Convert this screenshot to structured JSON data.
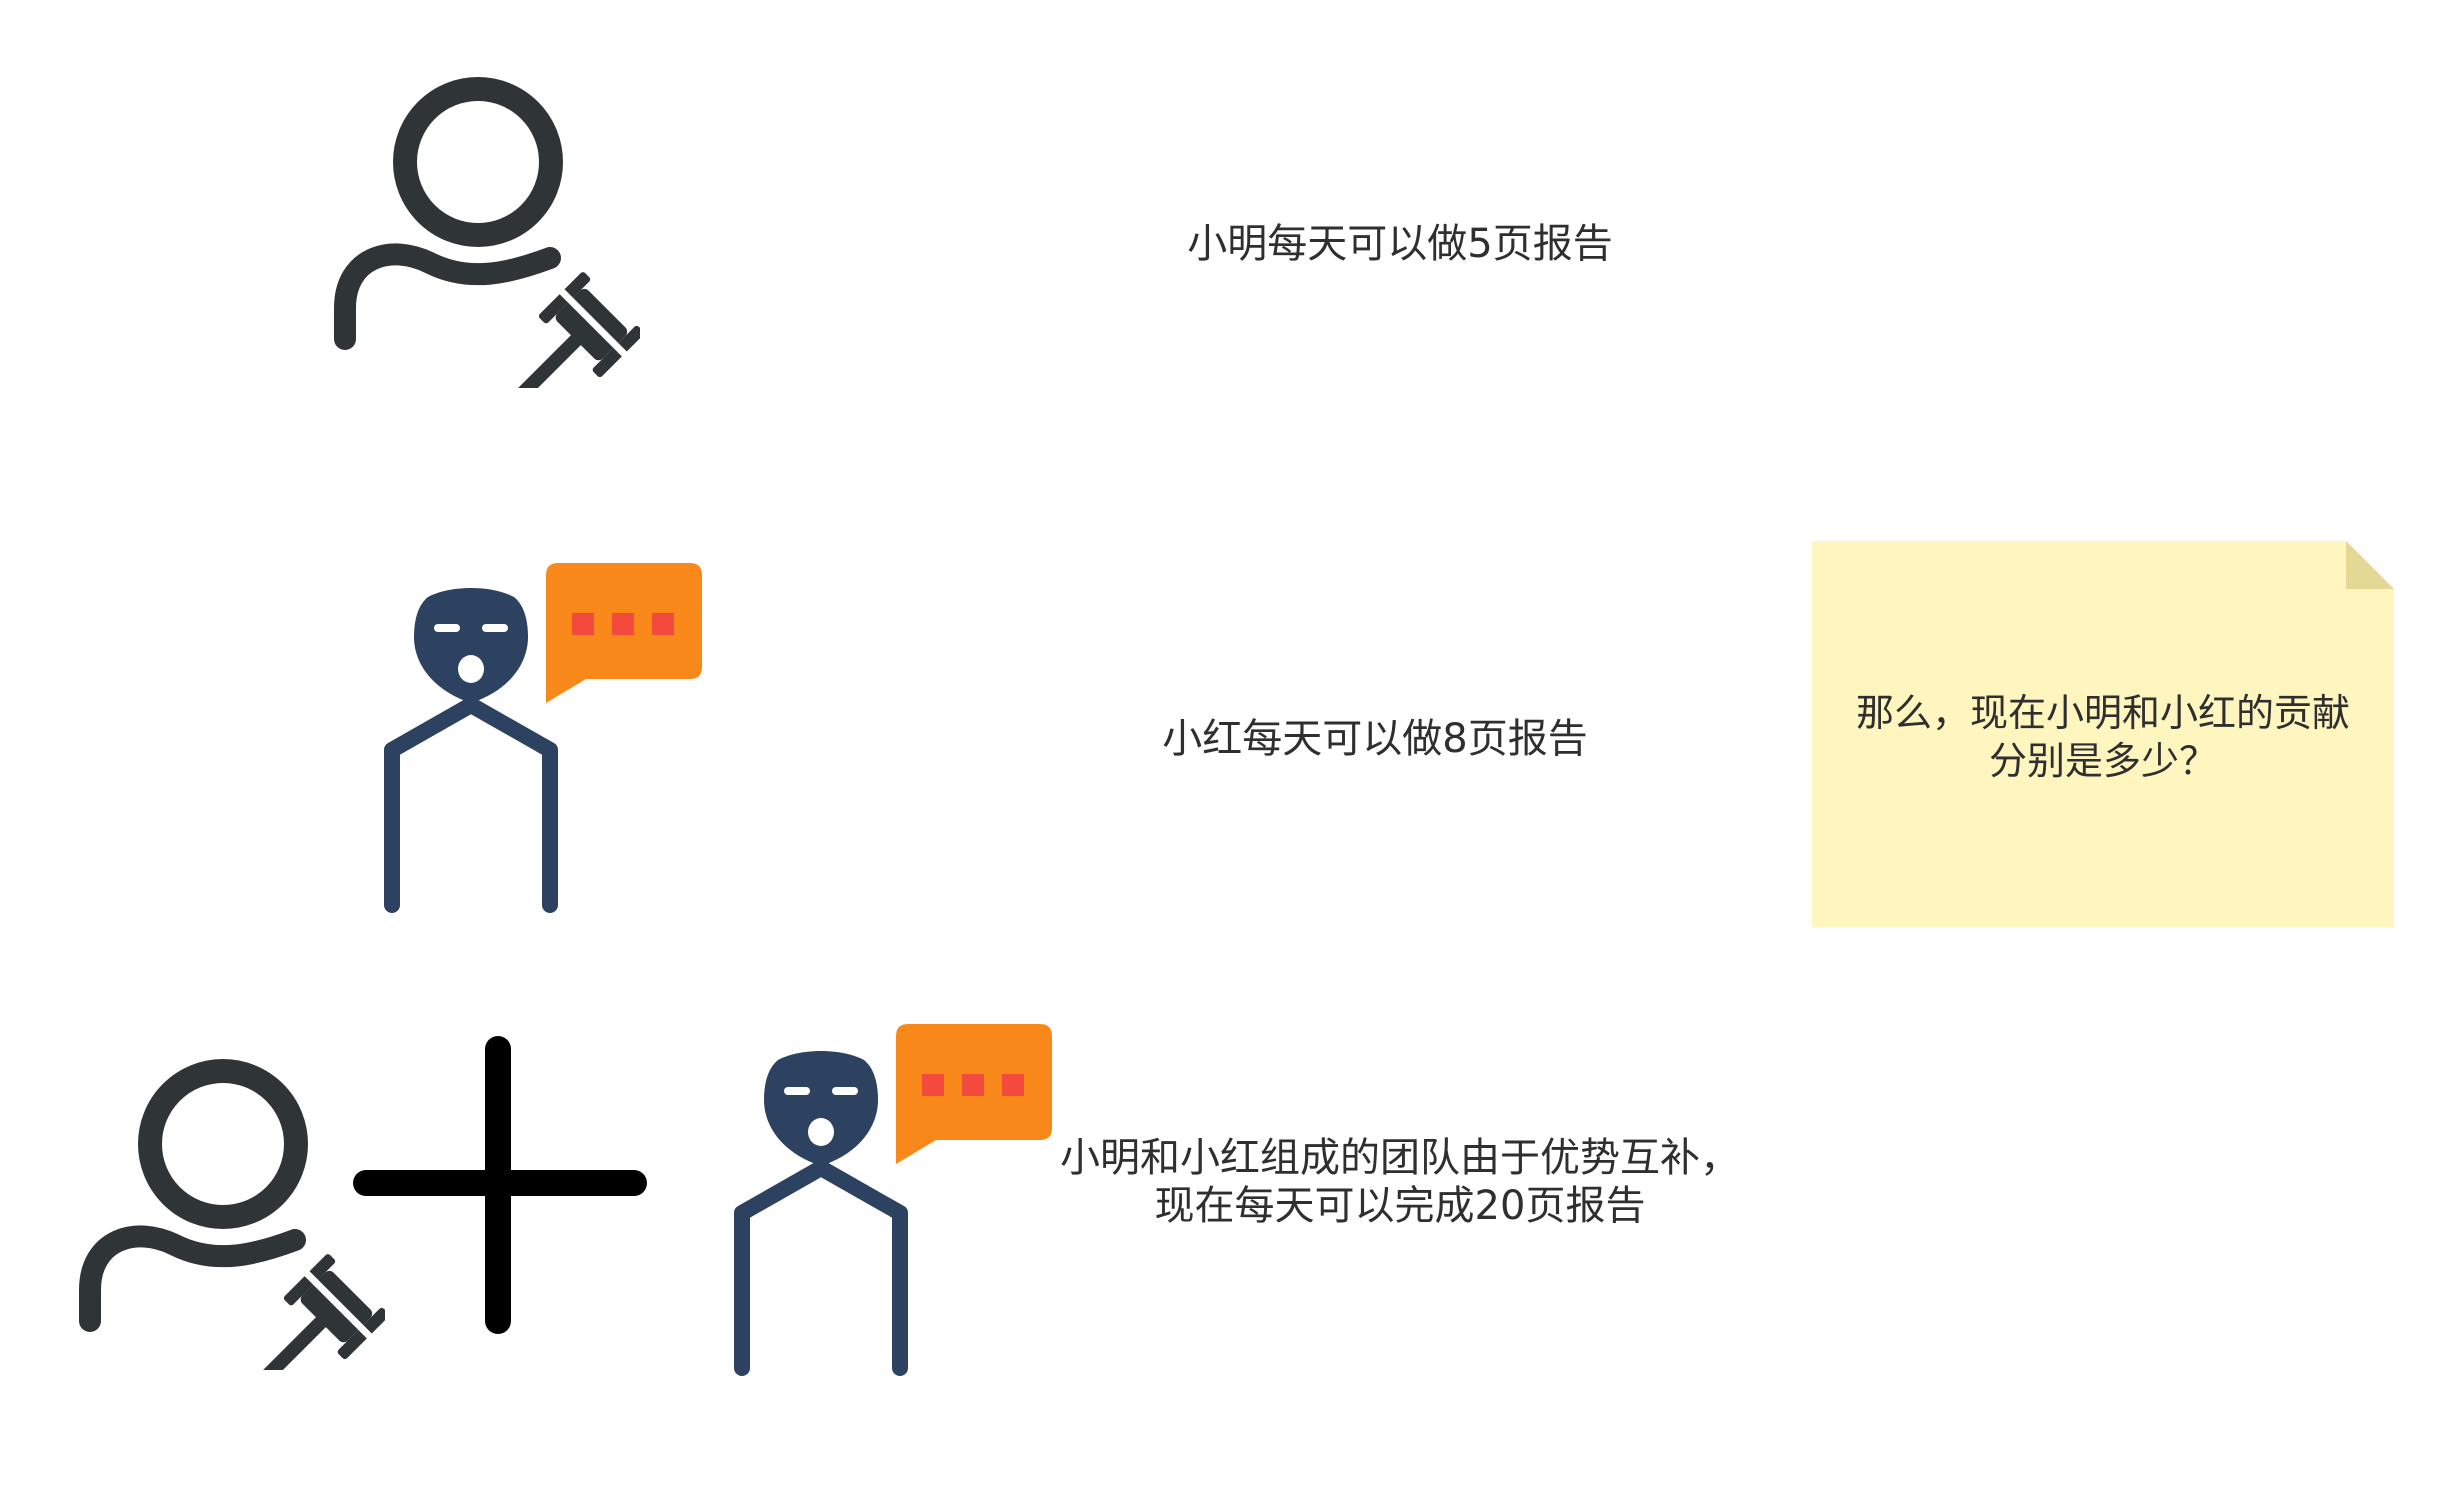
{
  "row1": {
    "caption": "小明每天可以做5页报告"
  },
  "row2": {
    "caption": "小红每天可以做8页报告"
  },
  "row3": {
    "caption_line1": "小明和小红组成的团队由于优势互补，",
    "caption_line2": "现在每天可以完成20页报告"
  },
  "note": {
    "line1": "那么，现在小明和小红的贡献",
    "line2": "分别是多少？"
  },
  "icons": {
    "person_a": "user-with-gavel-icon",
    "person_b": "masked-person-icon",
    "speech": "speech-bubble-icon",
    "plus": "plus-icon",
    "note": "sticky-note-icon"
  },
  "colors": {
    "person_a": "#2f3436",
    "person_b": "#2c4260",
    "bubble": "#f9881a",
    "bubble_dots": "#f34a3d",
    "plus": "#000000",
    "note_fill": "#fff6bf",
    "note_fold": "#e3d894",
    "text": "#2f2f2f"
  }
}
